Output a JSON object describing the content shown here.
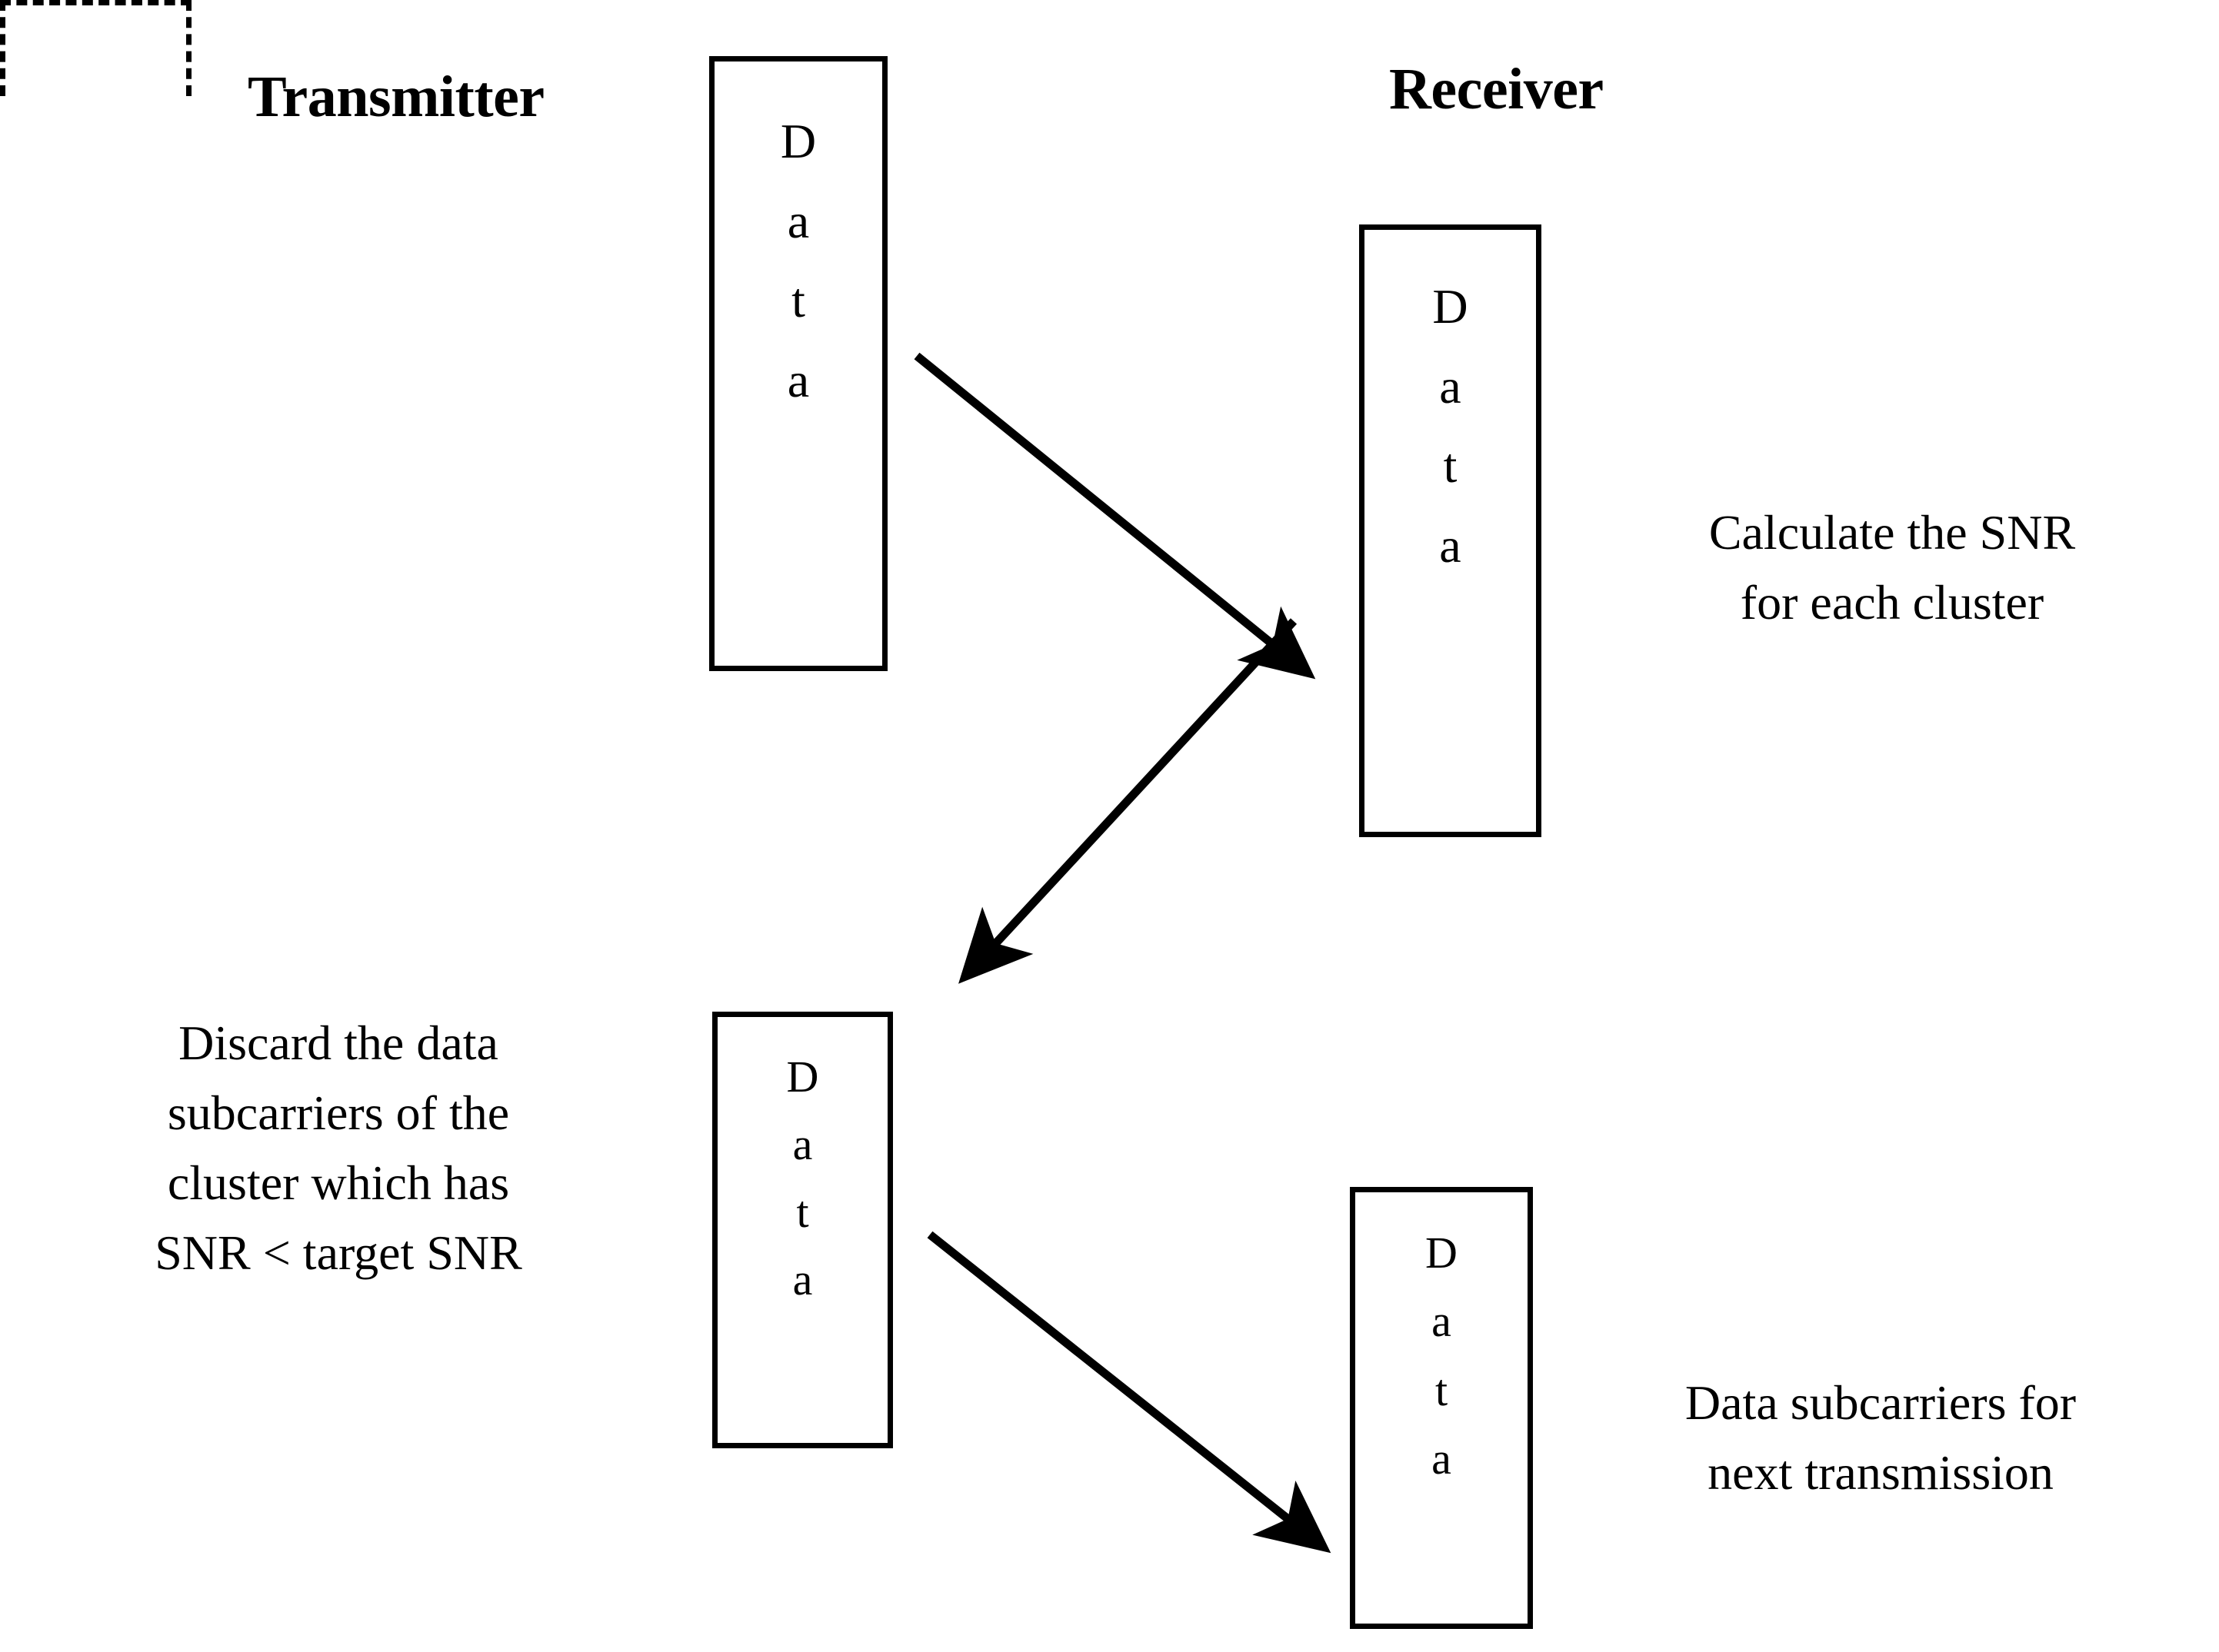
{
  "diagram": {
    "title": "Transmitter / Receiver SNR cluster selection flow",
    "background_color": "#ffffff",
    "stroke_color": "#000000",
    "labels": {
      "transmitter": "Transmitter",
      "receiver": "Receiver"
    },
    "boxes": [
      {
        "id": "transmitter-data",
        "text": "D\na\nt\na",
        "style": "solid",
        "role": "Data block at the transmitter"
      },
      {
        "id": "receiver-data",
        "text": "D\na\nt\na",
        "style": "solid",
        "role": "Data block received at the receiver"
      },
      {
        "id": "discard-dashed",
        "text": "",
        "style": "dashed",
        "role": "Discarded subcarriers placeholder"
      },
      {
        "id": "discard-data",
        "text": "D\na\nt\na",
        "style": "solid",
        "role": "Remaining data after discard"
      },
      {
        "id": "next-tx-data",
        "text": "D\na\nt\na",
        "style": "solid",
        "role": "Data subcarriers for next transmission"
      }
    ],
    "captions": {
      "calculate_snr": "Calculate the SNR\nfor each cluster",
      "discard": "Discard the data\nsubcarriers of the\ncluster which has\nSNR < target SNR",
      "next_transmission": "Data subcarriers for\nnext transmission"
    },
    "arrows": [
      {
        "id": "tx-to-rx",
        "from": "transmitter-data",
        "to": "receiver-data",
        "direction": "down-right"
      },
      {
        "id": "rx-to-discard",
        "from": "receiver-data",
        "to": "discard-data",
        "direction": "down-left"
      },
      {
        "id": "discard-to-next-tx",
        "from": "discard-data",
        "to": "next-tx-data",
        "direction": "down-right"
      }
    ]
  }
}
